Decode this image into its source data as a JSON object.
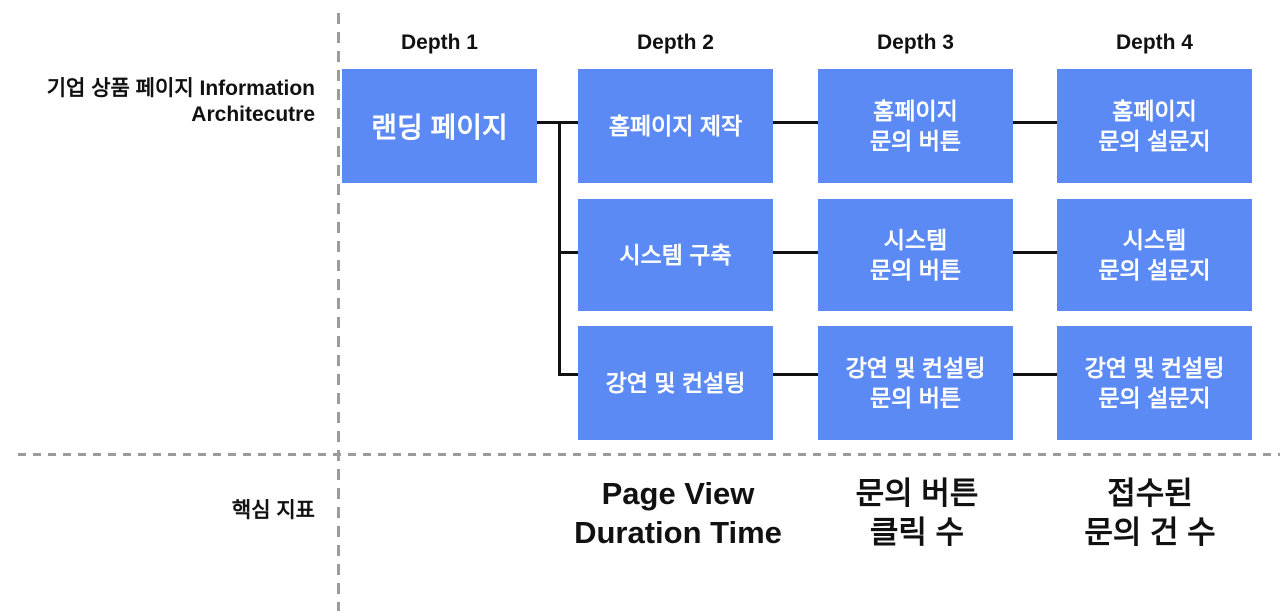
{
  "colors": {
    "node_blue": "#5B8AF5",
    "connector": "#111111",
    "dashed_guides": "#9b9b9b",
    "node_text": "#ffffff"
  },
  "left_panel": {
    "title_line1": "기업 상품 페이지",
    "title_line2": "Information Architecutre",
    "metrics_label": "핵심 지표"
  },
  "column_headers": [
    "Depth 1",
    "Depth 2",
    "Depth 3",
    "Depth 4"
  ],
  "tree": {
    "root_label": "랜딩 페이지",
    "rows": [
      {
        "d2": [
          "홈페이지 제작"
        ],
        "d3": [
          "홈페이지",
          "문의 버튼"
        ],
        "d4": [
          "홈페이지",
          "문의 설문지"
        ]
      },
      {
        "d2": [
          "시스템 구축"
        ],
        "d3": [
          "시스템",
          "문의 버튼"
        ],
        "d4": [
          "시스템",
          "문의 설문지"
        ]
      },
      {
        "d2": [
          "강연 및 컨설팅"
        ],
        "d3": [
          "강연 및 컨설팅",
          "문의 버튼"
        ],
        "d4": [
          "강연 및 컨설팅",
          "문의 설문지"
        ]
      }
    ]
  },
  "metrics": [
    {
      "lines": [
        "Page View",
        "Duration Time"
      ]
    },
    {
      "lines": [
        "문의 버튼",
        "클릭 수"
      ]
    },
    {
      "lines": [
        "접수된",
        "문의 건 수"
      ]
    }
  ]
}
